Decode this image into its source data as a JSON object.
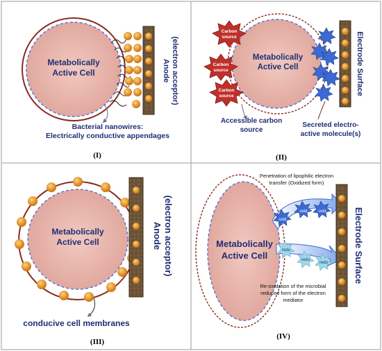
{
  "panels": [
    {
      "numeral": "(I)",
      "cell_label": [
        "Metabolically",
        "Active Cell"
      ],
      "electrode_label": [
        "Anode",
        "(electron acceptor)"
      ],
      "caption": [
        "Bacterial nanowires:",
        "Electrically conductive appendages"
      ],
      "electron_symbol": "e-"
    },
    {
      "numeral": "(II)",
      "cell_label": [
        "Metabolically",
        "Active Cell"
      ],
      "electrode_label": "Electrode Surface",
      "carbon_source_label": [
        "Carbon",
        "source"
      ],
      "caption_left": [
        "Accessible carbon",
        "source"
      ],
      "caption_right": [
        "Secreted electro-",
        "active molecule(s)"
      ],
      "electron_symbol": "e-"
    },
    {
      "numeral": "(III)",
      "cell_label": [
        "Metabolically",
        "Active Cell"
      ],
      "electrode_label": [
        "Anode",
        "(electron acceptor)"
      ],
      "caption": "conducive  cell membranes",
      "electron_symbol": "e-"
    },
    {
      "numeral": "(IV)",
      "cell_label": [
        "Metabolically",
        "Active Cell"
      ],
      "electrode_label": "Electrode Surface",
      "top_caption": [
        "Penetration of lipophilic electron",
        "transfer (Oxidized form)"
      ],
      "bottom_caption": [
        "Re-oxidation of the microbial",
        "reduced form of the electron",
        "mediator"
      ],
      "oxid_label": "oxid",
      "redu_label": "redu"
    }
  ],
  "colors": {
    "cell_fill": "#e7b4ac",
    "cell_ring": "#8a2a1c",
    "dash_blue": "#5a6cc8",
    "electrode": "#6e5438",
    "electron": "#e89a1e",
    "label_navy": "#1f2f73",
    "carbon_red": "#c0302a",
    "molecule_blue": "#3c69d2"
  }
}
